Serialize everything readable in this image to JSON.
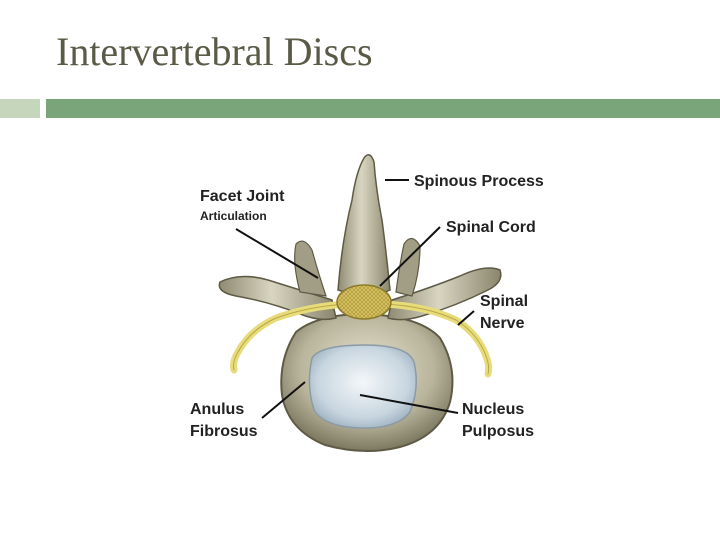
{
  "slide": {
    "title": "Intervertebral Discs"
  },
  "colors": {
    "accent_bar": "#7aa47a",
    "accent_bar_light": "#c5d6bd",
    "title_text": "#5a5a47"
  },
  "diagram": {
    "labels": {
      "facet_joint": "Facet Joint",
      "articulation": "Articulation",
      "spinous_process": "Spinous Process",
      "spinal_cord": "Spinal Cord",
      "spinal": "Spinal",
      "nerve": "Nerve",
      "anulus": "Anulus",
      "fibrosus": "Fibrosus",
      "nucleus": "Nucleus",
      "pulposus": "Pulposus"
    }
  }
}
